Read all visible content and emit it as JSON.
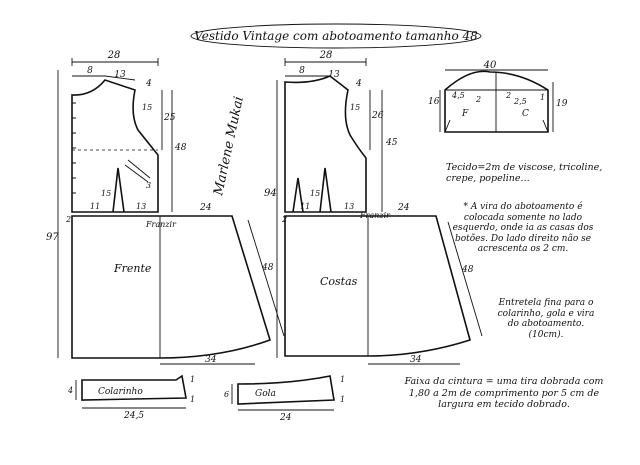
{
  "title": "Vestido Vintage com abotoamento tamanho 48",
  "front": {
    "label": "Frente",
    "dim_top": "28",
    "dim_neck": "8",
    "dim_shoulder": "13",
    "dim_4": "4",
    "dim_armhole": "15",
    "dim_side_upper": "25",
    "dim_side_total": "48",
    "dim_dart_height": "15",
    "dim_11": "11",
    "dim_2": "2",
    "dim_13": "13",
    "dim_waist": "24",
    "dim_skirt_side": "48",
    "dim_hem": "34",
    "dim_length": "97",
    "gather": "Franzir",
    "dim_3": "3"
  },
  "back": {
    "label": "Costas",
    "dim_top": "28",
    "dim_neck": "8",
    "dim_shoulder": "13",
    "dim_4": "4",
    "dim_armhole": "15",
    "dim_side_upper": "26",
    "dim_side_total": "45",
    "dim_dart_height": "15",
    "dim_11": "11",
    "dim_13": "13",
    "dim_waist": "24",
    "dim_skirt_side": "48",
    "dim_hem": "34",
    "dim_length": "94",
    "dim_2": "2",
    "gather": "Franzir"
  },
  "sleeve": {
    "dim_top": "40",
    "dim_left": "16",
    "dim_right": "19",
    "dim_45": "4,5",
    "dim_2a": "2",
    "dim_2b": "2",
    "dim_25": "2,5",
    "dim_1": "1",
    "letter_f": "F",
    "letter_c": "C"
  },
  "collar": {
    "label": "Colarinho",
    "dim_height": "4",
    "dim_length": "24,5",
    "dim_1a": "1",
    "dim_1b": "1"
  },
  "gola": {
    "label": "Gola",
    "dim_height": "6",
    "dim_length": "24",
    "dim_1a": "1",
    "dim_1b": "1"
  },
  "signature": "Marlene Mukai",
  "notes": {
    "fabric": "Tecido=2m de viscose, tricoline, crepe, popeline...",
    "placket": "* A vira do abotoamento é colocada somente no lado esquerdo, onde ia as casas dos botões. Do lado direito não se acrescenta os 2 cm.",
    "interfacing": "Entretela fina para o colarinho, gola e vira do abotoamento. (10cm).",
    "waistband": "Faixa da cintura = uma tira dobrada com 1,80 a 2m de comprimento por 5 cm de largura em tecido dobrado."
  }
}
